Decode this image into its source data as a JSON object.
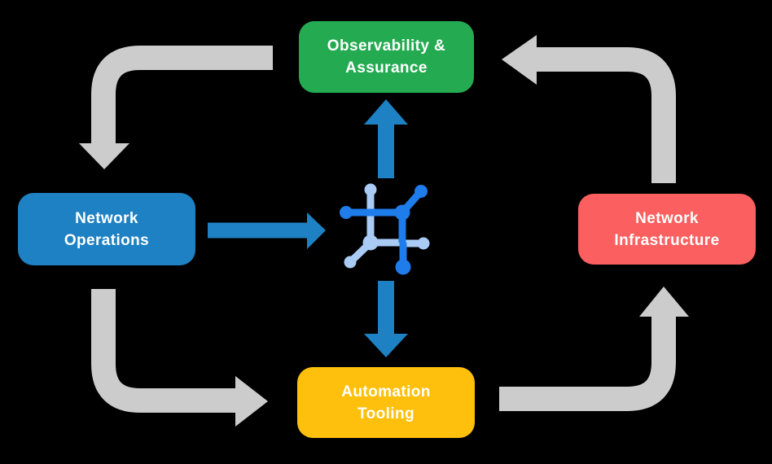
{
  "diagram_type": "cycle-flow-diagram",
  "colors": {
    "background": "#000000",
    "gray_arrow": "#CCCCCC",
    "blue_arrow": "#1E81C3",
    "icon_dark": "#1E7CEB",
    "icon_light": "#A9CBF4",
    "node_text": "#FFFFFF"
  },
  "nodes": [
    {
      "id": "observability-assurance",
      "label": "Observability & Assurance",
      "lines": [
        "Observability &",
        "Assurance"
      ],
      "color": "#24AB51"
    },
    {
      "id": "network-operations",
      "label": "Network Operations",
      "lines": [
        "Network",
        "Operations"
      ],
      "color": "#1E81C3"
    },
    {
      "id": "network-infrastructure",
      "label": "Network Infrastructure",
      "lines": [
        "Network",
        "Infrastructure"
      ],
      "color": "#FC5F5F"
    },
    {
      "id": "automation-tooling",
      "label": "Automation Tooling",
      "lines": [
        "Automation",
        "Tooling"
      ],
      "color": "#FEC00D"
    }
  ],
  "center_icon": {
    "name": "connected-network-mesh-icon"
  },
  "edges": [
    {
      "from": "observability-assurance",
      "to": "network-operations",
      "style": "gray"
    },
    {
      "from": "network-operations",
      "to": "automation-tooling",
      "style": "gray"
    },
    {
      "from": "automation-tooling",
      "to": "network-infrastructure",
      "style": "gray"
    },
    {
      "from": "network-infrastructure",
      "to": "observability-assurance",
      "style": "gray"
    },
    {
      "from": "network-operations",
      "to": "center-icon",
      "style": "blue"
    },
    {
      "from": "center-icon",
      "to": "observability-assurance",
      "style": "blue"
    },
    {
      "from": "center-icon",
      "to": "automation-tooling",
      "style": "blue"
    }
  ]
}
